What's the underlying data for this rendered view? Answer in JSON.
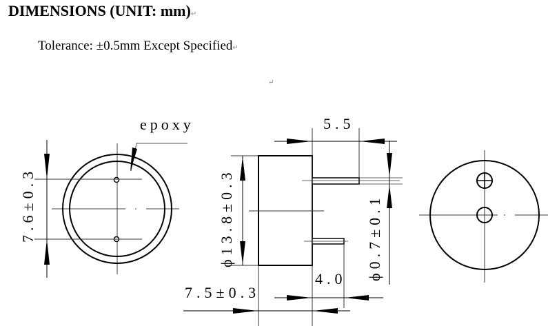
{
  "header": {
    "title": "DIMENSIONS (UNIT: mm)",
    "tolerance": "Tolerance:  ±0.5mm Except Specified",
    "return_mark": "↵"
  },
  "drawing": {
    "front_view": {
      "label_epoxy": "epoxy",
      "pin_spacing": "7.6±0.3"
    },
    "side_view": {
      "diameter": "ϕ13.8±0.3",
      "pin_long_length": "5.5",
      "pin_short_length": "4.0",
      "pin_diameter": "ϕ0.7±0.1",
      "body_height": "7.5±0.3"
    },
    "rear_view": {
      "positive_marker": "⊕"
    }
  },
  "colors": {
    "line": "#000000",
    "centerline": "#333333",
    "background": "#ffffff"
  }
}
